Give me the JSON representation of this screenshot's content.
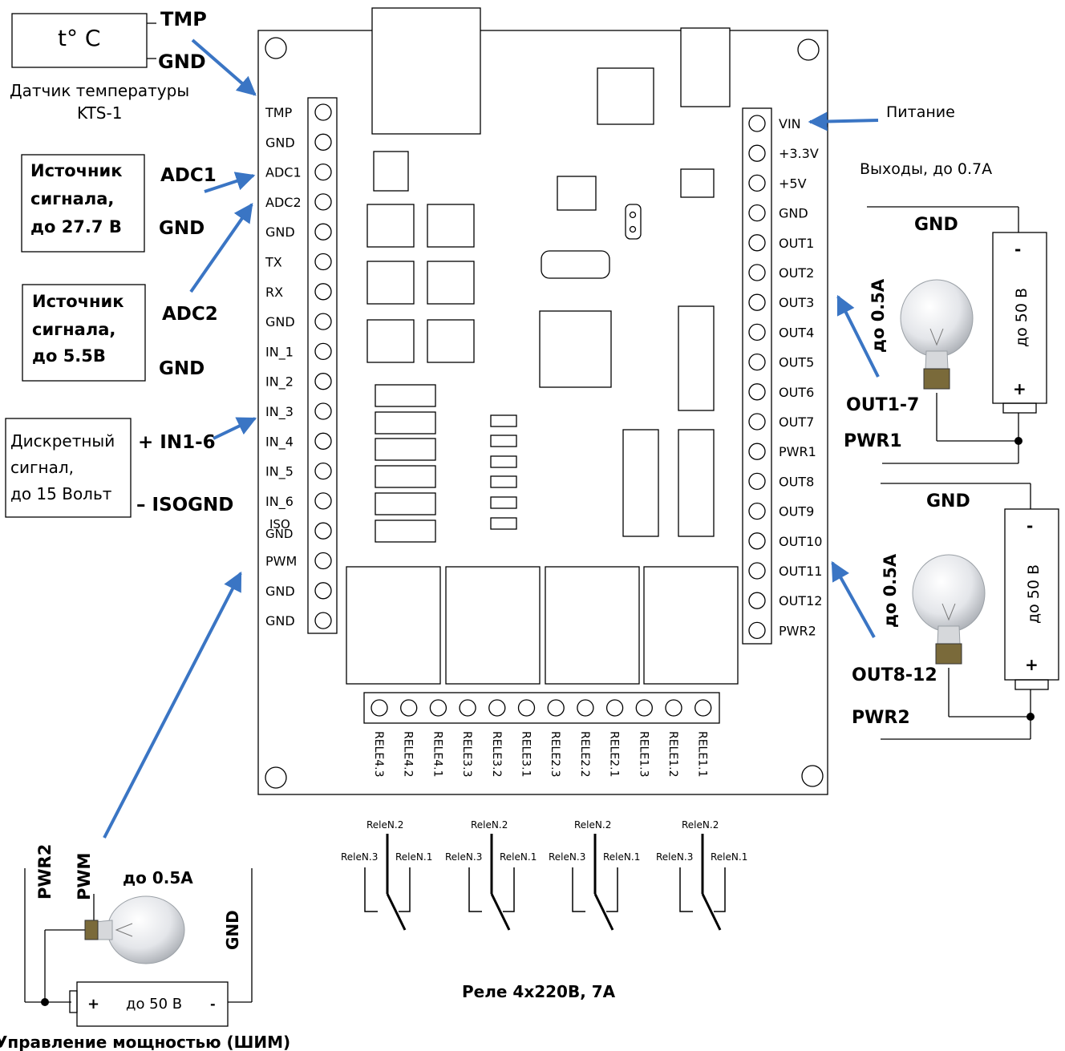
{
  "sensor": {
    "symbol": "t° C",
    "caption_line1": "Датчик температуры",
    "caption_line2": "KTS-1"
  },
  "labels": {
    "tmp": "TMP",
    "gnd": "GND"
  },
  "adc1_source": {
    "line1": "Источник",
    "line2": "сигнала,",
    "line3": "до 27.7 В",
    "pos_label": "ADC1",
    "neg_label": "GND"
  },
  "adc2_source": {
    "line1": "Источник",
    "line2": "сигнала,",
    "line3": "до  5.5В",
    "pos_label": "ADC2",
    "neg_label": "GND"
  },
  "discrete": {
    "line1": "Дискретный",
    "line2": "сигнал,",
    "line3": "до 15 Вольт",
    "pos_label": "+ IN1-6",
    "neg_label": "– ISOGND"
  },
  "left_pins": [
    "TMP",
    "GND",
    "ADC1",
    "ADC2",
    "GND",
    "TX",
    "RX",
    "GND",
    "IN_1",
    "IN_2",
    "IN_3",
    "IN_4",
    "IN_5",
    "IN_6",
    "ISO GND",
    "PWM",
    "GND",
    "GND"
  ],
  "right_pins": [
    "VIN",
    "+3.3V",
    "+5V",
    "GND",
    "OUT1",
    "OUT2",
    "OUT3",
    "OUT4",
    "OUT5",
    "OUT6",
    "OUT7",
    "PWR1",
    "OUT8",
    "OUT9",
    "OUT10",
    "OUT11",
    "OUT12",
    "PWR2"
  ],
  "relay_pins": [
    "RELE4.3",
    "RELE4.2",
    "RELE4.1",
    "RELE3.3",
    "RELE3.2",
    "RELE3.1",
    "RELE2.3",
    "RELE2.2",
    "RELE2.1",
    "RELE1.3",
    "RELE1.2",
    "RELE1.1"
  ],
  "power": {
    "label": "Питание"
  },
  "outputs": {
    "title": "Выходы, до 0.7А",
    "group1": {
      "gnd": "GND",
      "current": "до 0.5А",
      "voltage": "до 50 В",
      "minus": "-",
      "plus": "+",
      "out_label": "OUT1-7",
      "pwr_label": "PWR1"
    },
    "group2": {
      "gnd": "GND",
      "current": "до 0.5А",
      "voltage": "до 50 В",
      "minus": "-",
      "plus": "+",
      "out_label": "OUT8-12",
      "pwr_label": "PWR2"
    }
  },
  "pwm": {
    "pwr_label": "PWR2",
    "pwm_label": "PWM",
    "current": "до 0.5А",
    "gnd": "GND",
    "plus": "+",
    "voltage": "до 50 В",
    "minus": "-",
    "caption": "Управление мощностью (ШИМ)"
  },
  "relays": {
    "caption": "Реле 4х220В, 7А",
    "contact_labels": {
      "n2": "ReleN.2",
      "n3": "ReleN.3",
      "n1": "ReleN.1"
    }
  }
}
